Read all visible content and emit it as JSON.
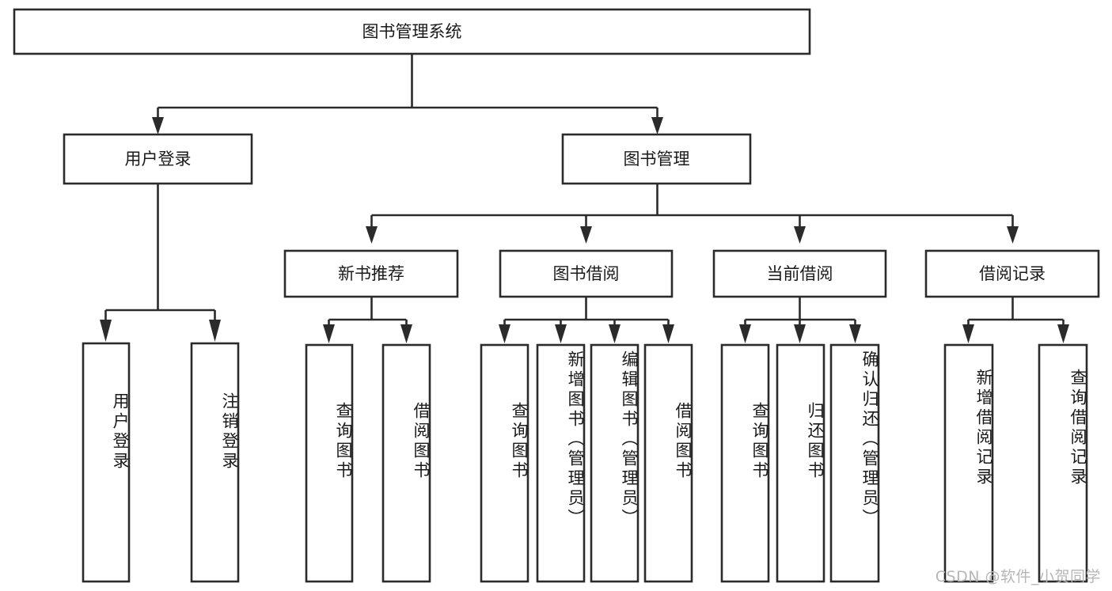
{
  "diagram": {
    "title": "图书管理系统",
    "type": "tree-structure-chart",
    "orientation": "top-down",
    "colors": {
      "box_stroke": "#2b2b2b",
      "box_fill": "#ffffff",
      "connector": "#2b2b2b",
      "text": "#1a1a1a",
      "background": "#ffffff",
      "watermark": "#b6b6b6"
    },
    "root": {
      "label": "图书管理系统",
      "orientation": "horizontal"
    },
    "level2": [
      {
        "label": "用户登录",
        "orientation": "horizontal"
      },
      {
        "label": "图书管理",
        "orientation": "horizontal"
      }
    ],
    "level3": [
      {
        "label": "新书推荐",
        "orientation": "horizontal"
      },
      {
        "label": "图书借阅",
        "orientation": "horizontal"
      },
      {
        "label": "当前借阅",
        "orientation": "horizontal"
      },
      {
        "label": "借阅记录",
        "orientation": "horizontal"
      }
    ],
    "leaves": [
      {
        "label": "用户登录",
        "parent": "用户登录",
        "orientation": "vertical"
      },
      {
        "label": "注销登录",
        "parent": "用户登录",
        "orientation": "vertical"
      },
      {
        "label": "查询图书",
        "parent": "新书推荐",
        "orientation": "vertical"
      },
      {
        "label": "借阅图书",
        "parent": "新书推荐",
        "orientation": "vertical"
      },
      {
        "label": "查询图书",
        "parent": "图书借阅",
        "orientation": "vertical"
      },
      {
        "label": "新增图书（管理员）",
        "parent": "图书借阅",
        "orientation": "vertical"
      },
      {
        "label": "编辑图书（管理员）",
        "parent": "图书借阅",
        "orientation": "vertical"
      },
      {
        "label": "借阅图书",
        "parent": "图书借阅",
        "orientation": "vertical"
      },
      {
        "label": "查询图书",
        "parent": "当前借阅",
        "orientation": "vertical"
      },
      {
        "label": "归还图书",
        "parent": "当前借阅",
        "orientation": "vertical"
      },
      {
        "label": "确认归还（管理员）",
        "parent": "当前借阅",
        "orientation": "vertical"
      },
      {
        "label": "新增借阅记录",
        "parent": "借阅记录",
        "orientation": "vertical"
      },
      {
        "label": "查询借阅记录",
        "parent": "借阅记录",
        "orientation": "vertical"
      }
    ],
    "watermark": "CSDN @软件_小贺同学"
  }
}
